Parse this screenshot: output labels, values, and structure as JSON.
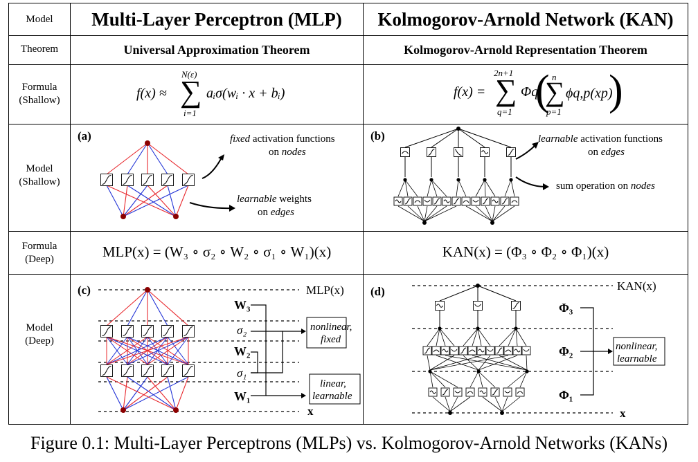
{
  "rows": {
    "model": "Model",
    "theorem": "Theorem",
    "formula_shallow_1": "Formula",
    "formula_shallow_2": "(Shallow)",
    "model_shallow_1": "Model",
    "model_shallow_2": "(Shallow)",
    "formula_deep_1": "Formula",
    "formula_deep_2": "(Deep)",
    "model_deep_1": "Model",
    "model_deep_2": "(Deep)"
  },
  "mlp": {
    "title": "Multi-Layer Perceptron (MLP)",
    "theorem": "Universal Approximation Theorem",
    "formula_shallow_lhs": "f(x) ≈",
    "formula_shallow_sum_top": "N(ε)",
    "formula_shallow_sum_bottom": "i=1",
    "formula_shallow_body": "aᵢσ(wᵢ · x + bᵢ)",
    "formula_deep": "MLP(x) = (W₃ ∘ σ₂ ∘ W₂ ∘ σ₁ ∘ W₁)(x)",
    "panel_a": "(a)",
    "fixed_1": "fixed",
    "fixed_2": " activation functions",
    "fixed_3": "on ",
    "fixed_4": "nodes",
    "learnable_1": "learnable",
    "learnable_2": " weights",
    "learnable_3": "on ",
    "learnable_4": "edges",
    "panel_c": "(c)",
    "out_label": "MLP(x)",
    "x_label": "x",
    "w3": "W₃",
    "sigma2": "σ₂",
    "w2": "W₂",
    "sigma1": "σ₁",
    "w1": "W₁",
    "box1_1": "nonlinear,",
    "box1_2": "fixed",
    "box2_1": "linear,",
    "box2_2": "learnable"
  },
  "kan": {
    "title": "Kolmogorov-Arnold Network (KAN)",
    "theorem": "Kolmogorov-Arnold Representation Theorem",
    "formula_shallow_lhs": "f(x) =",
    "formula_shallow_sum1_top": "2n+1",
    "formula_shallow_sum1_bottom": "q=1",
    "formula_shallow_phi": "Φq",
    "formula_shallow_sum2_top": "n",
    "formula_shallow_sum2_bottom": "p=1",
    "formula_shallow_inner": "ϕq,p(xp)",
    "formula_deep": "KAN(x) = (Φ₃ ∘ Φ₂ ∘ Φ₁)(x)",
    "panel_b": "(b)",
    "learnable_1": "learnable",
    "learnable_2": " activation functions",
    "learnable_3": "on ",
    "learnable_4": "edges",
    "sum_1": "sum operation on ",
    "sum_2": "nodes",
    "panel_d": "(d)",
    "out_label": "KAN(x)",
    "x_label": "x",
    "phi3": "Φ₃",
    "phi2": "Φ₂",
    "phi1": "Φ₁",
    "box_1": "nonlinear,",
    "box_2": "learnable"
  },
  "caption": "Figure 0.1: Multi-Layer Perceptrons (MLPs) vs. Kolmogorov-Arnold Networks (KANs)",
  "colors": {
    "red": "#e8282d",
    "blue": "#2233d6",
    "node": "#8b0000"
  }
}
